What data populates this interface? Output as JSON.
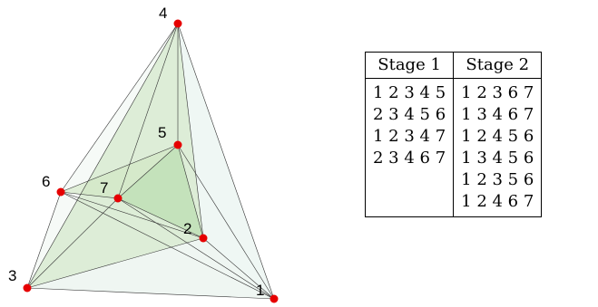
{
  "vertices": [
    {
      "id": "1",
      "label": "1"
    },
    {
      "id": "2",
      "label": "2"
    },
    {
      "id": "3",
      "label": "3"
    },
    {
      "id": "4",
      "label": "4"
    },
    {
      "id": "5",
      "label": "5"
    },
    {
      "id": "6",
      "label": "6"
    },
    {
      "id": "7",
      "label": "7"
    }
  ],
  "table": {
    "headers": [
      "Stage 1",
      "Stage 2"
    ],
    "stage1": [
      "1 2 3 4 5",
      "2 3 4 5 6",
      "1 2 3 4 7",
      "2 3 4 6 7",
      "",
      ""
    ],
    "stage2": [
      "1 2 3 6 7",
      "1 3 4 6 7",
      "1 2 4 5 6",
      "1 3 4 5 6",
      "1 2 3 5 6",
      "1 2 4 6 7"
    ]
  },
  "colors": {
    "vertex": "#e60000",
    "face_green": "#cde6bf",
    "face_light": "#eef6f1"
  }
}
